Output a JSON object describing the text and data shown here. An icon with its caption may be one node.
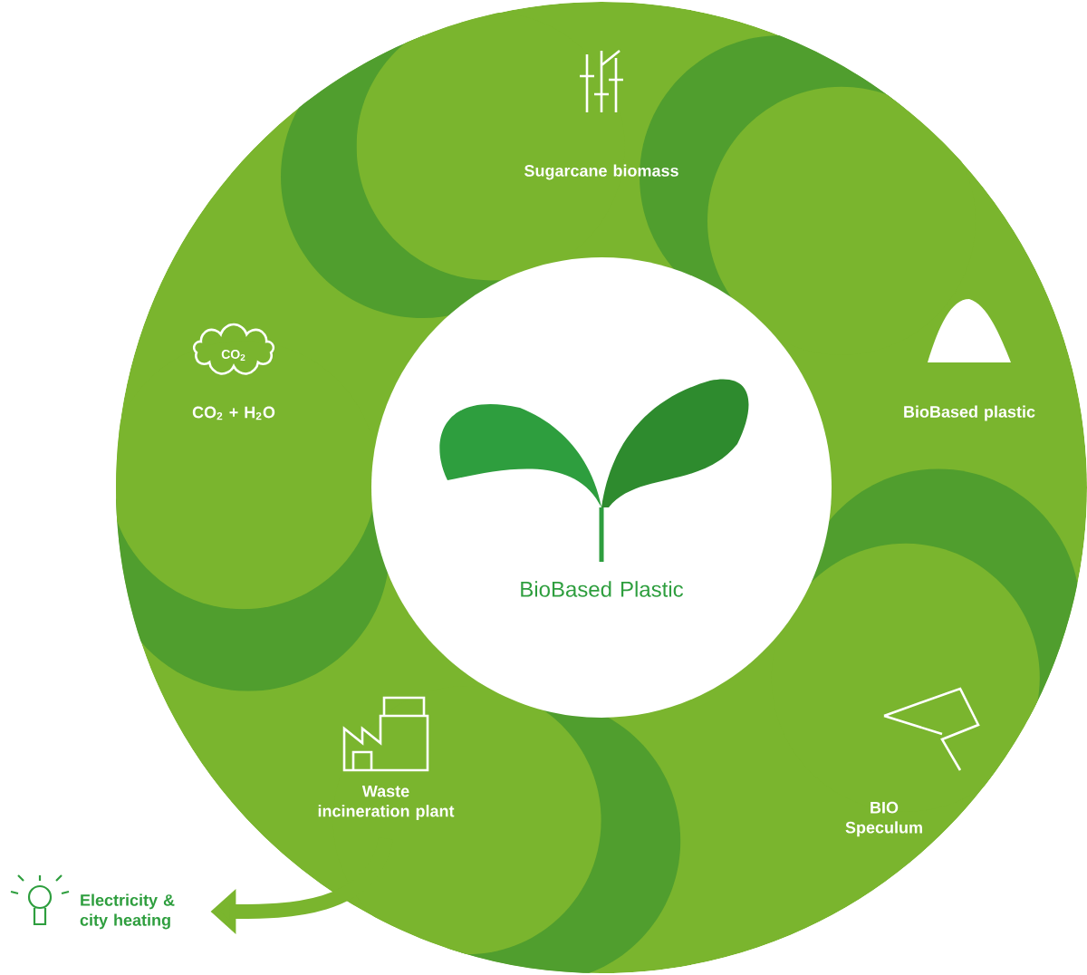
{
  "diagram": {
    "nodes": [
      {
        "text": [
          "BioBased Plastic"
        ]
      },
      {
        "text": [
          "Sugarcane biomass"
        ]
      },
      {
        "text": [
          "BioBased plastic"
        ]
      },
      {
        "text": [
          "BIO Speculum"
        ]
      },
      {
        "text": [
          "Waste incineration plant"
        ]
      },
      {
        "text": [
          "CO$_{2}$ + H$_{2}$O"
        ]
      },
      {
        "text": [
          "Electricity & city heating"
        ]
      }
    ],
    "edges": [
      {
        "from": 4,
        "to": 6,
        "arrow": "to"
      }
    ],
    "labels": [
      "CO$_{2}$"
    ]
  }
}
